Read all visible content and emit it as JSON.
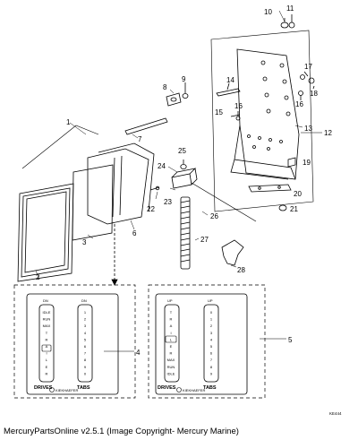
{
  "callouts": {
    "c1": "1",
    "c2": "2",
    "c3": "3",
    "c4": "4",
    "c5": "5",
    "c6": "6",
    "c7": "7",
    "c8": "8",
    "c9": "9",
    "c10": "10",
    "c11": "11",
    "c12": "12",
    "c13": "13",
    "c14": "14",
    "c15": "15",
    "c16a": "16",
    "c16b": "16",
    "c17": "17",
    "c18": "18",
    "c19": "19",
    "c20": "20",
    "c21": "21",
    "c22": "22",
    "c23": "23",
    "c24": "24",
    "c25": "25",
    "c26": "26",
    "c27": "27",
    "c28": "28"
  },
  "panel_left": {
    "top_label": "DN",
    "tabs_top_label": "DN",
    "marks": [
      "IDLE",
      "RUN",
      "MAX",
      "T",
      "R",
      "A",
      "I",
      "L",
      "E",
      "R"
    ],
    "tab_numbers": [
      "1",
      "2",
      "3",
      "4",
      "5",
      "6",
      "7",
      "8",
      "9",
      "0"
    ],
    "drives_label": "DRIVES",
    "tabs_label": "TABS",
    "brand": "KIEKHAEFER"
  },
  "panel_right": {
    "top_label": "UP",
    "tabs_top_label": "UP",
    "marks": [
      "T",
      "R",
      "A",
      "I",
      "L",
      "E",
      "R",
      "MAX",
      "RUN",
      "IDLE"
    ],
    "tab_numbers": [
      "0",
      "1",
      "2",
      "3",
      "4",
      "5",
      "6",
      "7",
      "8",
      "9"
    ],
    "drives_label": "DRIVES",
    "tabs_label": "TABS",
    "brand": "KIEKHAEFER"
  },
  "ref_code": "KE444",
  "footer": "MercuryPartsOnline v2.5.1 (Image Copyright- Mercury Marine)"
}
